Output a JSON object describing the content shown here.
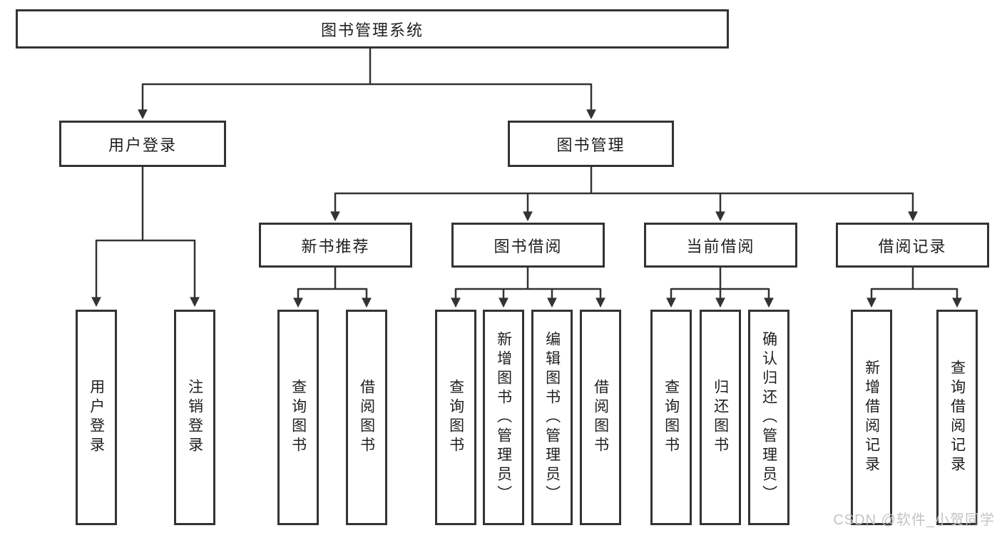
{
  "diagram": {
    "root": {
      "label": "图书管理系统"
    },
    "level2": [
      {
        "label": "用户登录",
        "children": [
          {
            "label": "用户登录"
          },
          {
            "label": "注销登录"
          }
        ]
      },
      {
        "label": "图书管理",
        "children": [
          {
            "label": "新书推荐",
            "children": [
              {
                "label": "查询图书"
              },
              {
                "label": "借阅图书"
              }
            ]
          },
          {
            "label": "图书借阅",
            "children": [
              {
                "label": "查询图书"
              },
              {
                "label": "新增图书（管理员）"
              },
              {
                "label": "编辑图书（管理员）"
              },
              {
                "label": "借阅图书"
              }
            ]
          },
          {
            "label": "当前借阅",
            "children": [
              {
                "label": "查询图书"
              },
              {
                "label": "归还图书"
              },
              {
                "label": "确认归还（管理员）"
              }
            ]
          },
          {
            "label": "借阅记录",
            "children": [
              {
                "label": "新增借阅记录"
              },
              {
                "label": "查询借阅记录"
              }
            ]
          }
        ]
      }
    ]
  },
  "watermark": {
    "text": "CSDN @软件_小贺同学"
  },
  "colors": {
    "line": "#333333",
    "text": "#1f1f1f",
    "box_bg": "#ffffff",
    "watermark": "#c3c3c3",
    "background": "#ffffff"
  }
}
